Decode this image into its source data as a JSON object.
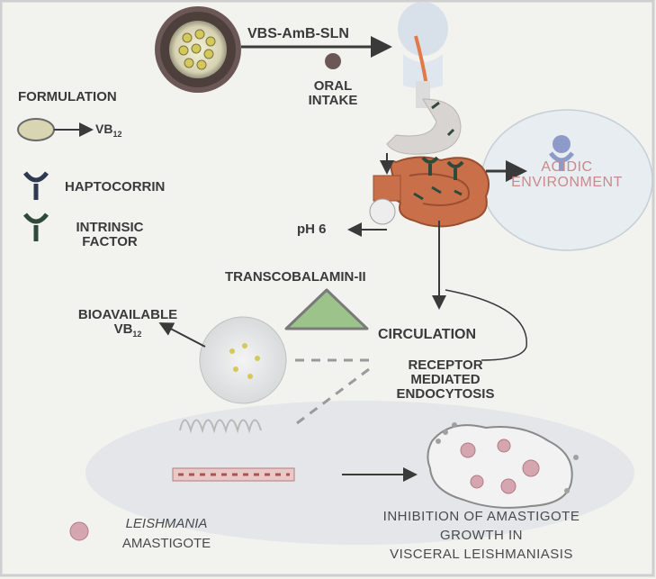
{
  "header": {
    "nanoparticle_name": "VBS-AmB-SLN",
    "oral_intake_line1": "ORAL",
    "oral_intake_line2": "INTAKE"
  },
  "legend": {
    "formulation": "FORMULATION",
    "vb12": "VB",
    "vb12_sub": "12",
    "haptocorrin": "HAPTOCORRIN",
    "intrinsic_line1": "INTRINSIC",
    "intrinsic_line2": "FACTOR"
  },
  "pathway": {
    "acidic_line1": "ACIDIC",
    "acidic_line2": "ENVIRONMENT",
    "ph": "pH 6",
    "transcobalamin": "TRANSCOBALAMIN-II",
    "bioavailable_line1": "BIOAVAILABLE",
    "bioavailable_vb": "VB",
    "bioavailable_sub": "12",
    "circulation": "CIRCULATION",
    "rme_line1": "RECEPTOR",
    "rme_line2": "MEDIATED",
    "rme_line3": "ENDOCYTOSIS"
  },
  "bottom": {
    "leishmania_line1": "LEISHMANIA",
    "leishmania_line2": "AMASTIGOTE",
    "inhibition_line1": "INHIBITION OF AMASTIGOTE",
    "inhibition_line2": "GROWTH IN",
    "inhibition_line3": "VISCERAL LEISHMANIASIS"
  },
  "colors": {
    "background": "#f2f2ee",
    "bottom_panel": "#e4e6ea",
    "text": "#3a3a3a",
    "hand_icon": "#2f4a3a",
    "acid_text": "#c98a8a",
    "intestine": "#c9704a",
    "transcobalamin_fill": "#9cc48a"
  }
}
